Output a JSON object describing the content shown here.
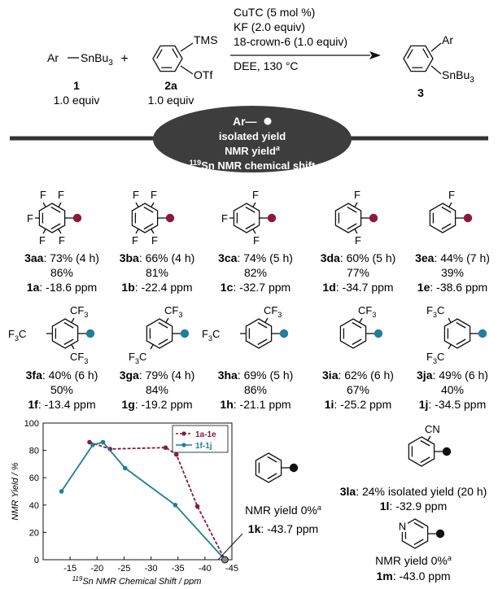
{
  "scheme": {
    "reagent1": {
      "formula": "Ar–SnBu3",
      "ar": "Ar",
      "sn": "SnBu",
      "sub": "3",
      "number": "1",
      "equiv": "1.0 equiv"
    },
    "plus": "+",
    "reagent2": {
      "tms": "TMS",
      "otf": "OTf",
      "number": "2a",
      "equiv": "1.0 equiv"
    },
    "conditions": [
      "CuTC (5 mol %)",
      "KF (2.0 equiv)",
      "18-crown-6 (1.0 equiv)",
      "DEE, 130 °C"
    ],
    "product": {
      "ar": "Ar",
      "sn": "SnBu",
      "sub": "3",
      "number": "3"
    }
  },
  "legend_box": {
    "ar": "Ar—",
    "line1": "isolated yield",
    "line2": "NMR yield",
    "line2_sup": "a",
    "line3_sup": "119",
    "line3": "Sn NMR chemical shift"
  },
  "substituent": {
    "F": "F",
    "CF3": "CF",
    "CF3_sub": "3",
    "F3C": "F",
    "F3C_sub": "3",
    "F3C_c": "C",
    "CN": "CN",
    "N": "N"
  },
  "compounds_row1": [
    {
      "id": "3aa",
      "iso": ": 73% (4 h)",
      "nmr": "86%",
      "sm": "1a",
      "shift": ": -18.6 ppm"
    },
    {
      "id": "3ba",
      "iso": ": 66% (4 h)",
      "nmr": "81%",
      "sm": "1b",
      "shift": ": -22.4 ppm"
    },
    {
      "id": "3ca",
      "iso": ": 74% (5 h)",
      "nmr": "82%",
      "sm": "1c",
      "shift": ": -32.7 ppm"
    },
    {
      "id": "3da",
      "iso": ": 60% (5 h)",
      "nmr": "77%",
      "sm": "1d",
      "shift": ": -34.7 ppm"
    },
    {
      "id": "3ea",
      "iso": ": 44% (7 h)",
      "nmr": "39%",
      "sm": "1e",
      "shift": ": -38.6 ppm"
    }
  ],
  "compounds_row2": [
    {
      "id": "3fa",
      "iso": ": 40% (6 h)",
      "nmr": "50%",
      "sm": "1f",
      "shift": ": -13.4 ppm"
    },
    {
      "id": "3ga",
      "iso": ": 79% (4 h)",
      "nmr": "84%",
      "sm": "1g",
      "shift": ": -19.2 ppm"
    },
    {
      "id": "3ha",
      "iso": ": 69% (5 h)",
      "nmr": "86%",
      "sm": "1h",
      "shift": ": -21.1 ppm"
    },
    {
      "id": "3ia",
      "iso": ": 62% (6 h)",
      "nmr": "67%",
      "sm": "1i",
      "shift": ": -25.2 ppm"
    },
    {
      "id": "3ja",
      "iso": ": 49% (6 h)",
      "nmr": "40%",
      "sm": "1j",
      "shift": ": -34.5 ppm"
    }
  ],
  "extra": {
    "k": {
      "nmr_label": "NMR yield 0%",
      "sup": "a",
      "sm": "1k",
      "shift": ": -43.7 ppm"
    },
    "l": {
      "id": "3la",
      "iso": ": 24% isolated yield (20 h)",
      "sm": "1l",
      "shift": ": -32.9 ppm"
    },
    "m": {
      "nmr_label": "NMR yield 0%",
      "sup": "a",
      "sm": "1m",
      "shift": ": -43.0 ppm"
    }
  },
  "chart_data": {
    "type": "line",
    "ylabel": "NMR Yield / %",
    "xlabel_sup": "119",
    "xlabel": "Sn NMR Chemical Shift / ppm",
    "xlim": [
      -10,
      -45
    ],
    "ylim": [
      0,
      100
    ],
    "x_ticks": [
      -15,
      -20,
      -25,
      -30,
      -35,
      -40,
      -45
    ],
    "y_ticks": [
      0,
      20,
      40,
      60,
      80,
      100
    ],
    "series": [
      {
        "name": "1a-1e",
        "color": "#8b1a3a",
        "style": "dashed",
        "points": [
          [
            -18.6,
            86
          ],
          [
            -22.4,
            81
          ],
          [
            -32.7,
            82
          ],
          [
            -34.7,
            77
          ],
          [
            -38.6,
            39
          ],
          [
            -43.7,
            0
          ]
        ]
      },
      {
        "name": "1f-1j",
        "color": "#1f7f99",
        "style": "solid",
        "points": [
          [
            -13.4,
            50
          ],
          [
            -19.2,
            84
          ],
          [
            -21.1,
            86
          ],
          [
            -25.2,
            67
          ],
          [
            -34.5,
            40
          ],
          [
            -43.7,
            0
          ]
        ]
      }
    ]
  },
  "colors": {
    "maroon": "#8b1a3a",
    "teal": "#1f7f99",
    "ellipse": "#3d3d3d"
  }
}
